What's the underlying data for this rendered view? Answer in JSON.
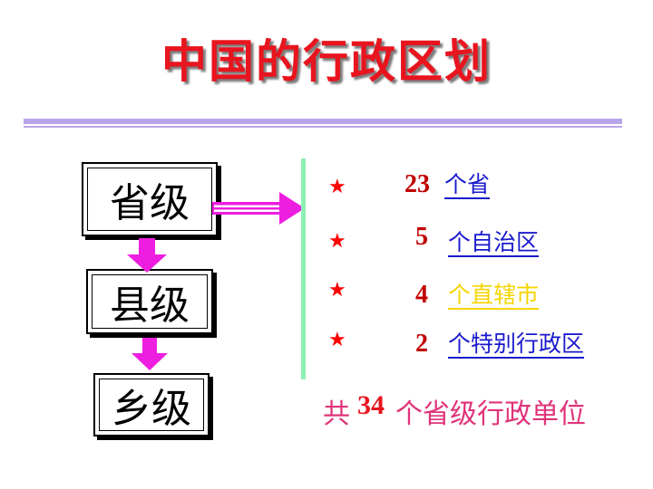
{
  "title": "中国的行政区划",
  "levels": [
    "省级",
    "县级",
    "乡级"
  ],
  "units": [
    {
      "number": "23",
      "label": "个省",
      "color": "#1a1acc"
    },
    {
      "number": "5",
      "label": "个自治区",
      "color": "#1a1acc"
    },
    {
      "number": "4",
      "label": "个直辖市",
      "color": "#f5d400"
    },
    {
      "number": "2",
      "label": "个特别行政区",
      "color": "#1a1acc"
    }
  ],
  "total": {
    "prefix": "共",
    "number": "34",
    "suffix": "个省级行政单位"
  },
  "colors": {
    "title": "#e8141e",
    "arrow": "#ee1ee0",
    "divider": "#b9a6e8",
    "separator": "#8ff0b4",
    "star": "#ff0000",
    "number_dark": "#c00000",
    "total_text": "#e0337a"
  },
  "icons": {
    "star": "★"
  }
}
